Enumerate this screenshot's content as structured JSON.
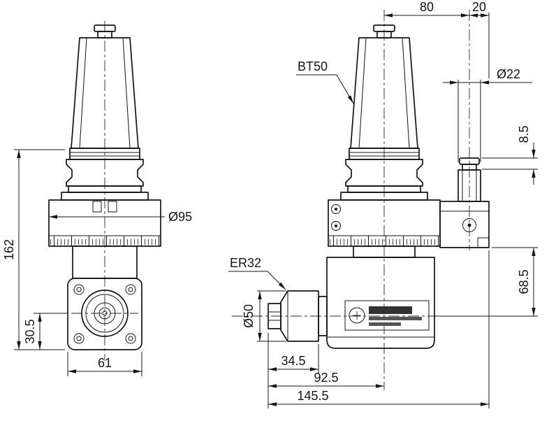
{
  "labels": {
    "bt50": "BT50",
    "er32": "ER32"
  },
  "dims": {
    "d162": "162",
    "d30_5": "30.5",
    "d61": "61",
    "d95": "Ø95",
    "d80": "80",
    "d20": "20",
    "d22": "Ø22",
    "d8_5": "8.5",
    "d68_5": "68.5",
    "d50": "Ø50",
    "d34_5": "34.5",
    "d92_5": "92.5",
    "d145_5": "145.5"
  }
}
